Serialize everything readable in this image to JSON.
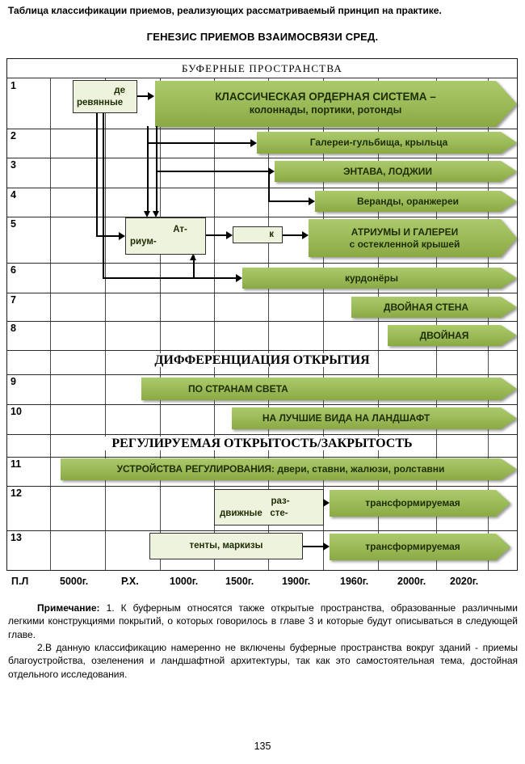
{
  "page": {
    "top_caption": "Таблица классификации  приемов, реализующих рассматриваемый принцип на практике.",
    "title": "ГЕНЕЗИС ПРИЕМОВ ВЗАИМОСВЯЗИ СРЕД.",
    "page_number": "135"
  },
  "diagram": {
    "header": "БУФЕРНЫЕ ПРОСТРАНСТВА",
    "row_numbers": [
      "1",
      "2",
      "3",
      "4",
      "5",
      "6",
      "7",
      "8",
      "9",
      "10",
      "11",
      "12",
      "13"
    ],
    "sections": [
      {
        "label": "ДИФФЕРЕНЦИАЦИЯ ОТКРЫТИЯ"
      },
      {
        "label": "РЕГУЛИРУЕМАЯ ОТКРЫТОСТЬ/ЗАКРЫТОСТЬ"
      }
    ],
    "arrows": [
      {
        "line1": "КЛАССИЧЕСКАЯ ОРДЕРНАЯ СИСТЕМА –",
        "line2": "колоннады, портики, ротонды"
      },
      {
        "line1": "Галереи-гульбища, крыльца"
      },
      {
        "line1": "ЭНТАВА, ЛОДЖИИ"
      },
      {
        "line1": "Веранды, оранжереи"
      },
      {
        "line1": "АТРИУМЫ И ГАЛЕРЕИ",
        "line2": "с остекленной крышей"
      },
      {
        "line1": "курдонёры"
      },
      {
        "line1": "ДВОЙНАЯ СТЕНА"
      },
      {
        "line1": "ДВОЙНАЯ"
      },
      {
        "line1": "ПО СТРАНАМ СВЕТА"
      },
      {
        "line1": "НА ЛУЧШИЕ ВИДА НА ЛАНДШАФТ"
      },
      {
        "line1": "УСТРОЙСТВА РЕГУЛИРОВАНИЯ: двери, ставни, жалюзи, ролставни"
      },
      {
        "line1": "трансформируемая"
      },
      {
        "line1": "трансформируемая"
      }
    ],
    "boxes": {
      "wooden": {
        "line1": "де",
        "line2": "ревянные"
      },
      "atrium": {
        "line1": "Ат-",
        "line2": "риум-"
      },
      "k": {
        "line1": "к"
      },
      "sliding": {
        "line1": "раз-",
        "line2": "движные   сте-"
      },
      "tents": {
        "line1": "тенты, маркизы"
      }
    },
    "colors": {
      "arrow_fill": "#9bbb59",
      "arrow_text": "#1e2d04",
      "box_fill": "#edf3dd"
    }
  },
  "timeline": {
    "labels": [
      "П.Л",
      "5000г.",
      "Р.Х.",
      "1000г.",
      "1500г.",
      "1900г.",
      "1960г.",
      "2000г.",
      "2020г."
    ]
  },
  "notes": {
    "label": "Примечание:",
    "items": [
      "1. К буферным относятся также открытые пространства, образованные различными легкими конструкциями покрытий, о которых говорилось в главе 3 и которые будут описываться в следующей главе.",
      "2.В данную классификацию намеренно не включены буферные пространства вокруг зданий - приемы благоустройства, озеленения и ландшафтной архитектуры, так как это самостоятельная тема, достойная отдельного исследования."
    ]
  }
}
